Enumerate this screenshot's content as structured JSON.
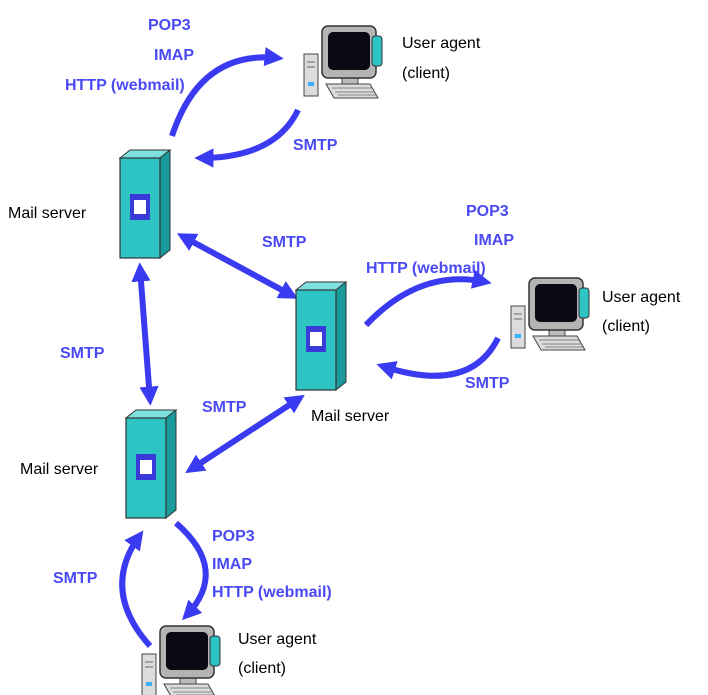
{
  "colors": {
    "arrow": "#3a3af0",
    "protocol_text": "#4a4af5",
    "server_fill": "#2ec4c4",
    "server_panel": "#3a3ad8",
    "monitor_frame": "#a8a8a8",
    "screen": "#0a0a14"
  },
  "servers": {
    "top_left": {
      "label": "Mail server"
    },
    "middle": {
      "label": "Mail server"
    },
    "bottom_left": {
      "label": "Mail server"
    }
  },
  "clients": {
    "top": {
      "line1": "User agent",
      "line2": "(client)"
    },
    "right": {
      "line1": "User agent",
      "line2": "(client)"
    },
    "bottom": {
      "line1": "User agent",
      "line2": "(client)"
    }
  },
  "protocols": {
    "top": {
      "line1": "POP3",
      "line2": "IMAP",
      "line3": "HTTP (webmail)",
      "smtp": "SMTP"
    },
    "right": {
      "line1": "POP3",
      "line2": "IMAP",
      "line3": "HTTP (webmail)",
      "smtp": "SMTP"
    },
    "bottom": {
      "line1": "POP3",
      "line2": "IMAP",
      "line3": "HTTP (webmail)",
      "smtp": "SMTP"
    }
  },
  "links": {
    "topleft_middle": "SMTP",
    "topleft_bottomleft": "SMTP",
    "middle_bottomleft": "SMTP"
  }
}
